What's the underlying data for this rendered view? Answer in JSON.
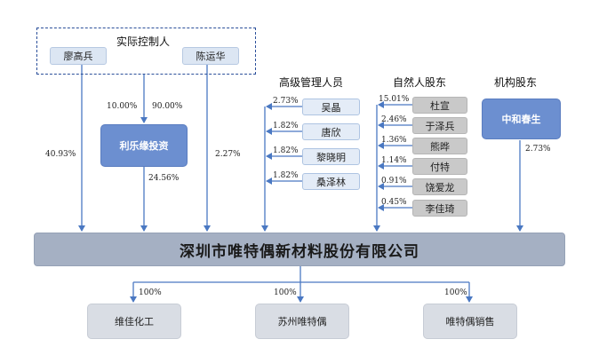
{
  "controller": {
    "title": "实际控制人",
    "person1": "廖高兵",
    "person2": "陈运华"
  },
  "holding": {
    "name": "利乐缘投资",
    "pct_from_person1": "10.00%",
    "pct_from_person2": "90.00%",
    "pct_to_main": "24.56%"
  },
  "direct": {
    "person1_pct": "40.93%",
    "person2_pct": "2.27%"
  },
  "management": {
    "title": "高级管理人员",
    "items": [
      {
        "name": "吴晶",
        "pct": "2.73%"
      },
      {
        "name": "唐欣",
        "pct": "1.82%"
      },
      {
        "name": "黎晓明",
        "pct": "1.82%"
      },
      {
        "name": "桑泽林",
        "pct": "1.82%"
      }
    ]
  },
  "natural": {
    "title": "自然人股东",
    "items": [
      {
        "name": "杜宣",
        "pct": "15.01%"
      },
      {
        "name": "于泽兵",
        "pct": "2.46%"
      },
      {
        "name": "熊晔",
        "pct": "1.36%"
      },
      {
        "name": "付特",
        "pct": "1.14%"
      },
      {
        "name": "饶爱龙",
        "pct": "0.91%"
      },
      {
        "name": "李佳琦",
        "pct": "0.45%"
      }
    ]
  },
  "institution": {
    "title": "机构股东",
    "name": "中和春生",
    "pct": "2.73%"
  },
  "company": {
    "name": "深圳市唯特偶新材料股份有限公司"
  },
  "subsidiaries": [
    {
      "name": "维佳化工",
      "pct": "100%"
    },
    {
      "name": "苏州唯特偶",
      "pct": "100%"
    },
    {
      "name": "唯特偶销售",
      "pct": "100%"
    }
  ],
  "colors": {
    "arrow": "#4a78c2",
    "dashed_border": "#2b4f9a"
  }
}
